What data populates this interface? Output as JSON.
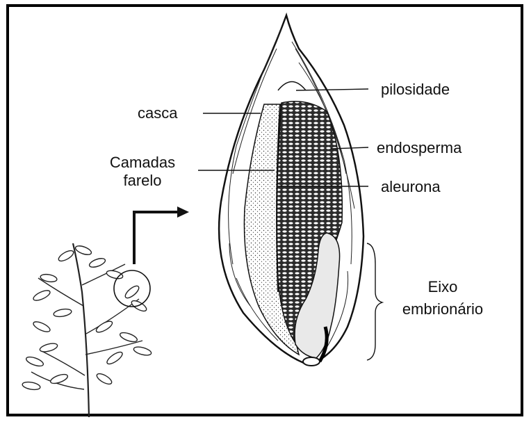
{
  "diagram": {
    "labels": {
      "pilosidade": "pilosidade",
      "casca": "casca",
      "endosperma": "endosperma",
      "camadas_line1": "Camadas",
      "camadas_line2": "farelo",
      "aleurona": "aleurona",
      "eixo_line1": "Eixo",
      "eixo_line2": "embrionário"
    },
    "colors": {
      "ink": "#111111",
      "paper": "#ffffff",
      "endosperm_fill": "#2b2b2b",
      "embryo_fill": "#e9e9e9"
    }
  }
}
